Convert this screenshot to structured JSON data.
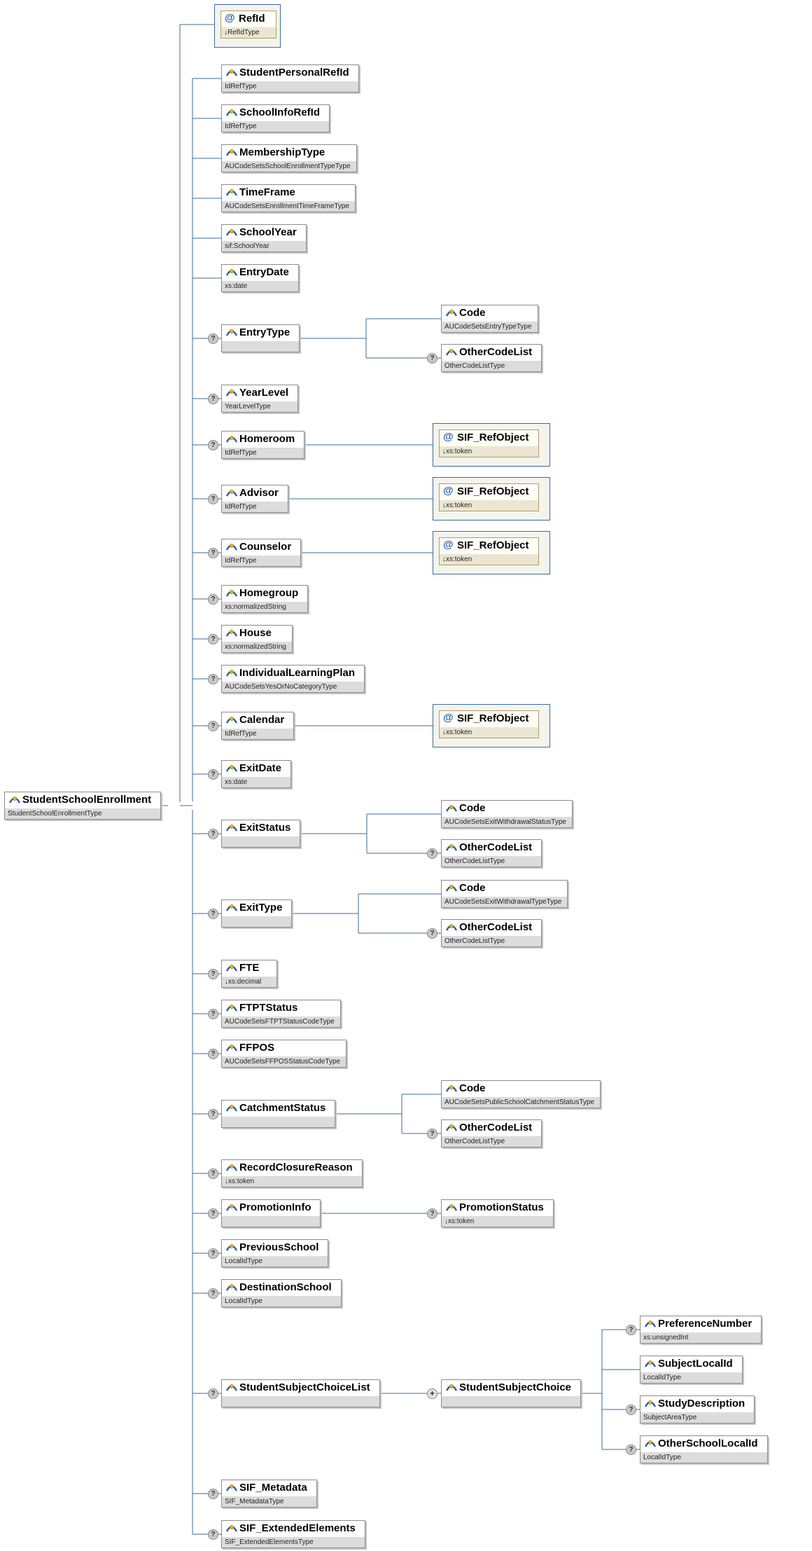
{
  "root": {
    "name": "StudentSchoolEnrollment",
    "type": "StudentSchoolEnrollmentType"
  },
  "attribute": {
    "name": "RefId",
    "type": "RefIdType"
  },
  "children": [
    {
      "name": "StudentPersonalRefId",
      "type": "IdRefType",
      "optional": false
    },
    {
      "name": "SchoolInfoRefId",
      "type": "IdRefType",
      "optional": false
    },
    {
      "name": "MembershipType",
      "type": "AUCodeSetsSchoolEnrollmentTypeType",
      "optional": false
    },
    {
      "name": "TimeFrame",
      "type": "AUCodeSetsEnrollmentTimeFrameType",
      "optional": false
    },
    {
      "name": "SchoolYear",
      "type": "sif:SchoolYear",
      "optional": false
    },
    {
      "name": "EntryDate",
      "type": "xs:date",
      "optional": false
    },
    {
      "name": "EntryType",
      "type": "",
      "optional": true,
      "sub": [
        {
          "name": "Code",
          "type": "AUCodeSetsEntryTypeType",
          "optional": false
        },
        {
          "name": "OtherCodeList",
          "type": "OtherCodeListType",
          "optional": true
        }
      ]
    },
    {
      "name": "YearLevel",
      "type": "YearLevelType",
      "optional": true
    },
    {
      "name": "Homeroom",
      "type": "IdRefType",
      "optional": true,
      "attr": {
        "name": "SIF_RefObject",
        "type": "xs:token"
      }
    },
    {
      "name": "Advisor",
      "type": "IdRefType",
      "optional": true,
      "attr": {
        "name": "SIF_RefObject",
        "type": "xs:token"
      }
    },
    {
      "name": "Counselor",
      "type": "IdRefType",
      "optional": true,
      "attr": {
        "name": "SIF_RefObject",
        "type": "xs:token"
      }
    },
    {
      "name": "Homegroup",
      "type": "xs:normalizedString",
      "optional": true
    },
    {
      "name": "House",
      "type": "xs:normalizedString",
      "optional": true
    },
    {
      "name": "IndividualLearningPlan",
      "type": "AUCodeSetsYesOrNoCategoryType",
      "optional": true
    },
    {
      "name": "Calendar",
      "type": "IdRefType",
      "optional": true,
      "attr": {
        "name": "SIF_RefObject",
        "type": "xs:token"
      }
    },
    {
      "name": "ExitDate",
      "type": "xs:date",
      "optional": true
    },
    {
      "name": "ExitStatus",
      "type": "",
      "optional": true,
      "sub": [
        {
          "name": "Code",
          "type": "AUCodeSetsExitWithdrawalStatusType",
          "optional": false
        },
        {
          "name": "OtherCodeList",
          "type": "OtherCodeListType",
          "optional": true
        }
      ]
    },
    {
      "name": "ExitType",
      "type": "",
      "optional": true,
      "sub": [
        {
          "name": "Code",
          "type": "AUCodeSetsExitWithdrawalTypeType",
          "optional": false
        },
        {
          "name": "OtherCodeList",
          "type": "OtherCodeListType",
          "optional": true
        }
      ]
    },
    {
      "name": "FTE",
      "type": "xs:decimal",
      "optional": true
    },
    {
      "name": "FTPTStatus",
      "type": "AUCodeSetsFTPTStatusCodeType",
      "optional": true
    },
    {
      "name": "FFPOS",
      "type": "AUCodeSetsFFPOSStatusCodeType",
      "optional": true
    },
    {
      "name": "CatchmentStatus",
      "type": "",
      "optional": true,
      "sub": [
        {
          "name": "Code",
          "type": "AUCodeSetsPublicSchoolCatchmentStatusType",
          "optional": false
        },
        {
          "name": "OtherCodeList",
          "type": "OtherCodeListType",
          "optional": true
        }
      ]
    },
    {
      "name": "RecordClosureReason",
      "type": "xs:token",
      "optional": true
    },
    {
      "name": "PromotionInfo",
      "type": "",
      "optional": true,
      "sub": [
        {
          "name": "PromotionStatus",
          "type": "xs:token",
          "optional": true
        }
      ]
    },
    {
      "name": "PreviousSchool",
      "type": "LocalIdType",
      "optional": true
    },
    {
      "name": "DestinationSchool",
      "type": "LocalIdType",
      "optional": true
    },
    {
      "name": "StudentSubjectChoiceList",
      "type": "",
      "optional": true,
      "sub": [
        {
          "name": "StudentSubjectChoice",
          "type": "",
          "optional": false,
          "repeat": true,
          "sub": [
            {
              "name": "PreferenceNumber",
              "type": "xs:unsignedInt",
              "optional": true
            },
            {
              "name": "SubjectLocalId",
              "type": "LocalIdType",
              "optional": false
            },
            {
              "name": "StudyDescription",
              "type": "SubjectAreaType",
              "optional": true
            },
            {
              "name": "OtherSchoolLocalId",
              "type": "LocalIdType",
              "optional": true
            }
          ]
        }
      ]
    },
    {
      "name": "SIF_Metadata",
      "type": "SIF_MetadataType",
      "optional": true
    },
    {
      "name": "SIF_ExtendedElements",
      "type": "SIF_ExtendedElementsType",
      "optional": true
    }
  ]
}
